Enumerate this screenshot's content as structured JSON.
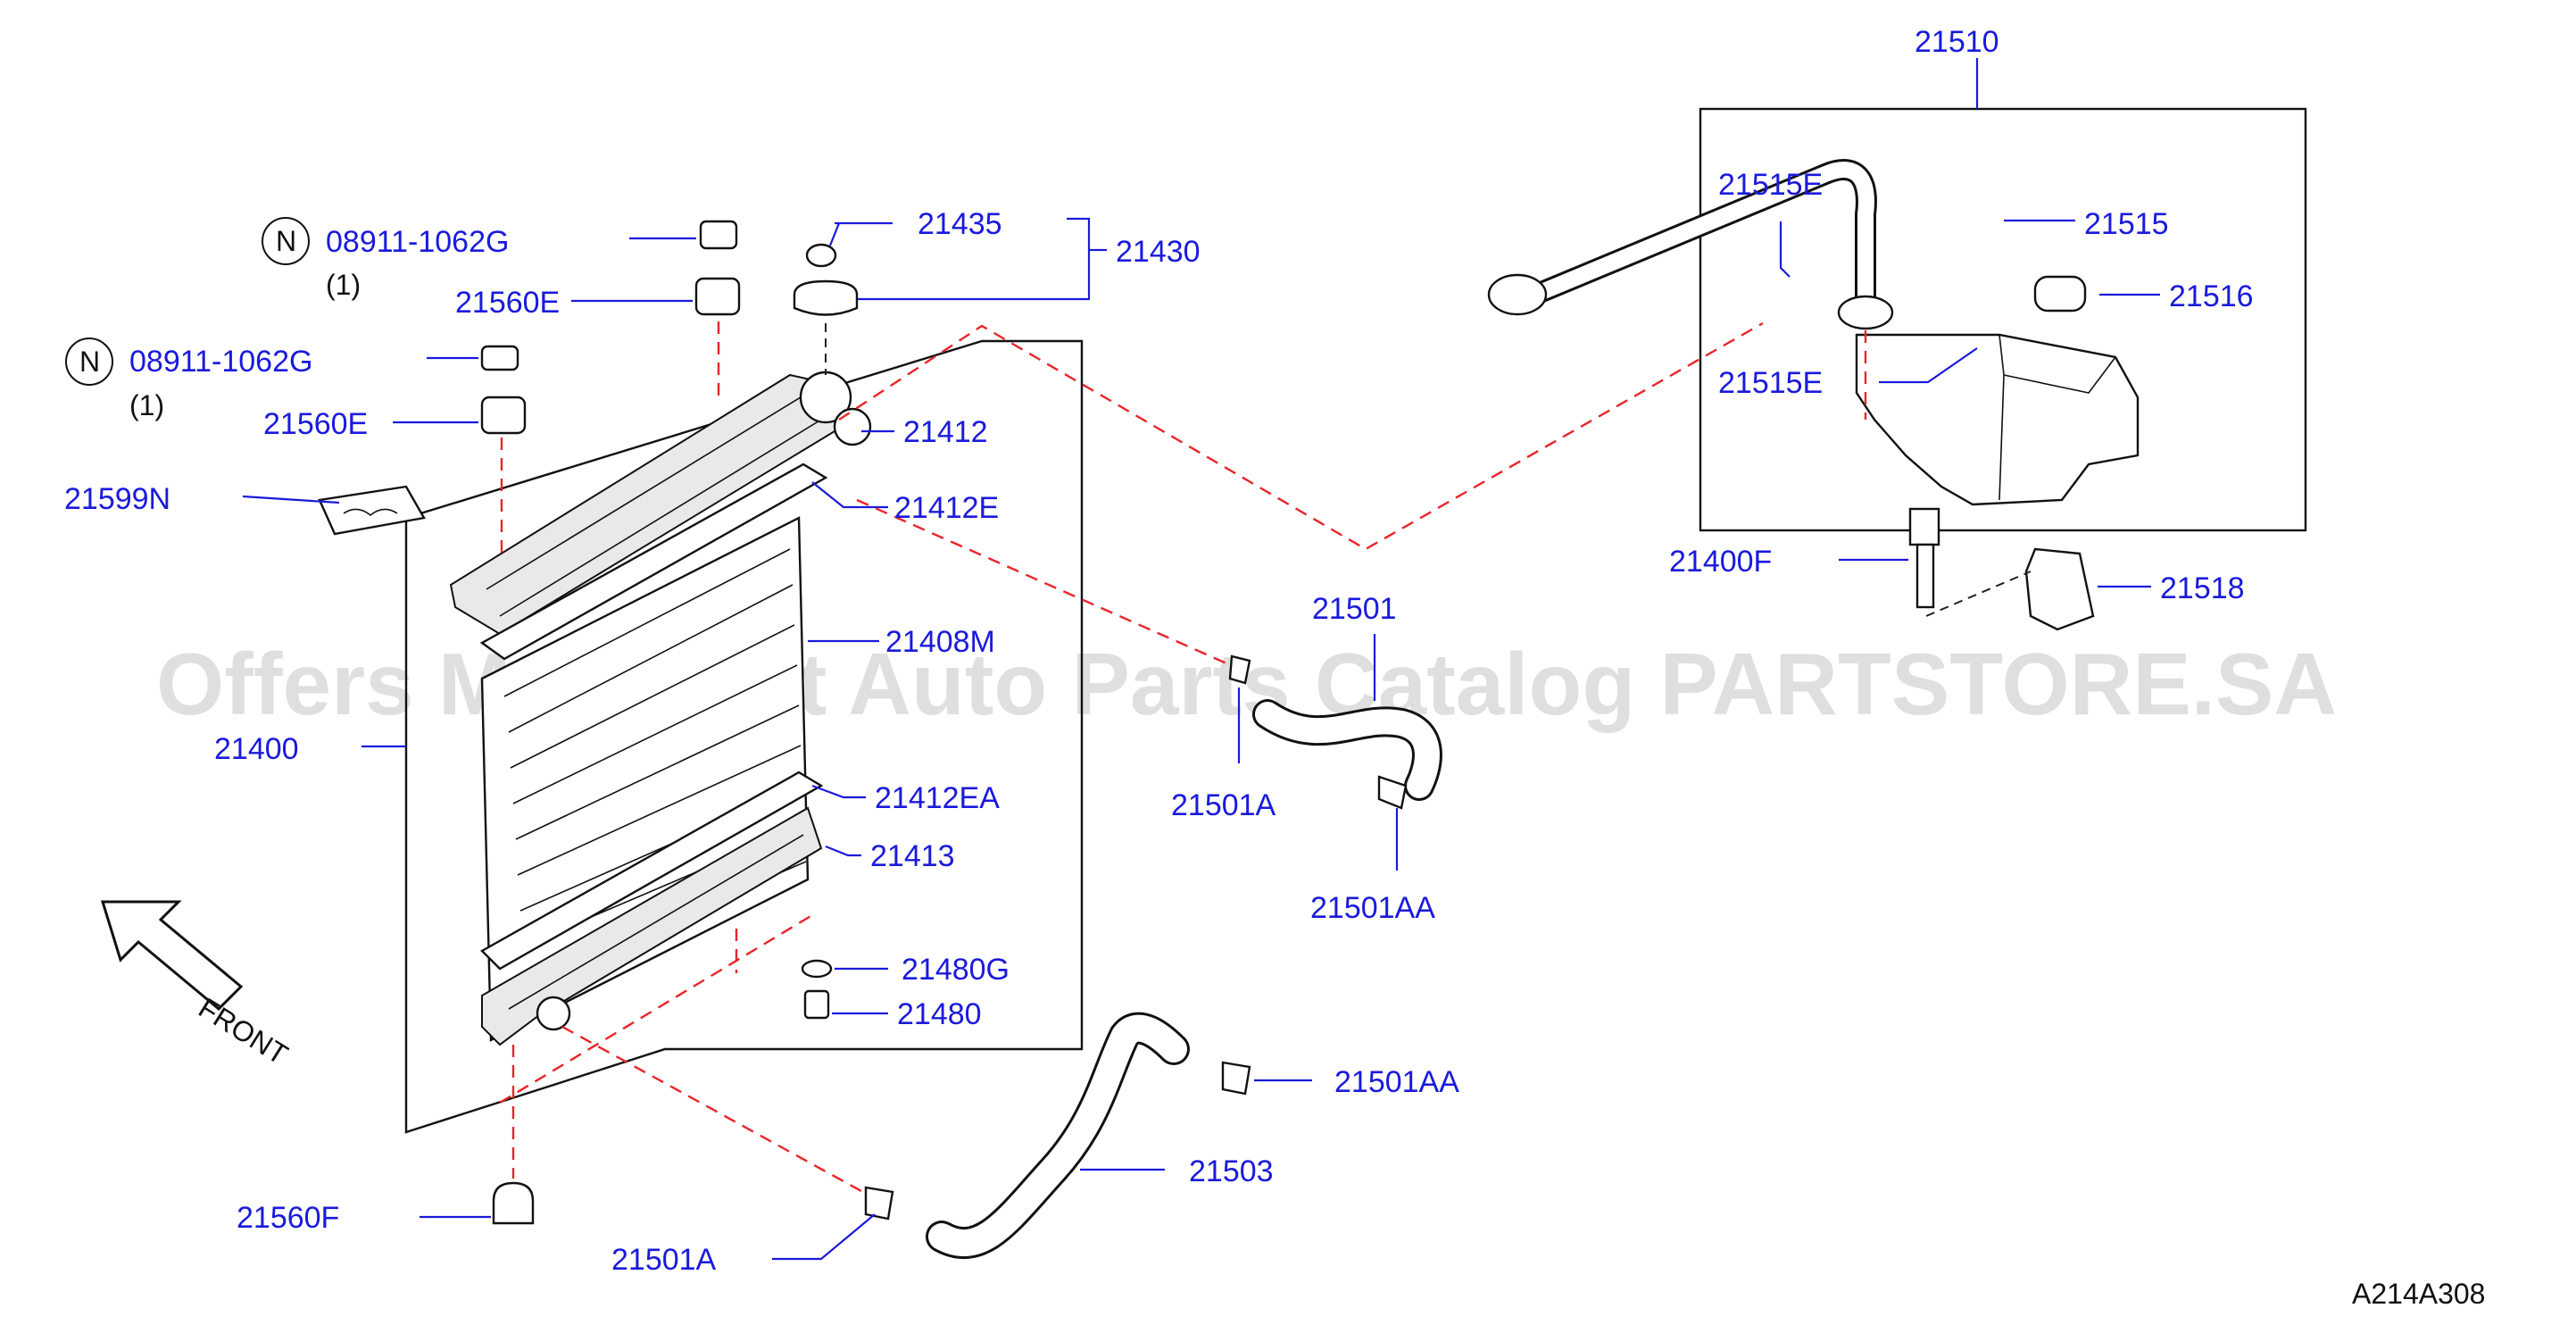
{
  "diagram_code": "A214A308",
  "watermark": "Offers Merchant Auto Parts Catalog PARTSTORE.SA",
  "front_label": "FRONT",
  "bolt_badge": "N",
  "colors": {
    "label": "#1a1adc",
    "dash": "#e8252a",
    "ink": "#111111"
  },
  "parts": {
    "p21510": "21510",
    "p21515E_a": "21515E",
    "p21515": "21515",
    "p21516": "21516",
    "p21515E_b": "21515E",
    "p21400F": "21400F",
    "p21518": "21518",
    "p21435": "21435",
    "p21430": "21430",
    "p21412": "21412",
    "p21412E": "21412E",
    "p21408M": "21408M",
    "p21400": "21400",
    "p21412EA": "21412EA",
    "p21413": "21413",
    "p21480G": "21480G",
    "p21480": "21480",
    "p21560E_a": "21560E",
    "p21560E_b": "21560E",
    "p21599N": "21599N",
    "p21560F": "21560F",
    "p21501A_a": "21501A",
    "p21501A_b": "21501A",
    "p21501": "21501",
    "p21501AA_a": "21501AA",
    "p21501AA_b": "21501AA",
    "p21503": "21503",
    "bolt_a": "08911-1062G",
    "bolt_a_qty": "(1)",
    "bolt_b": "08911-1062G",
    "bolt_b_qty": "(1)"
  }
}
